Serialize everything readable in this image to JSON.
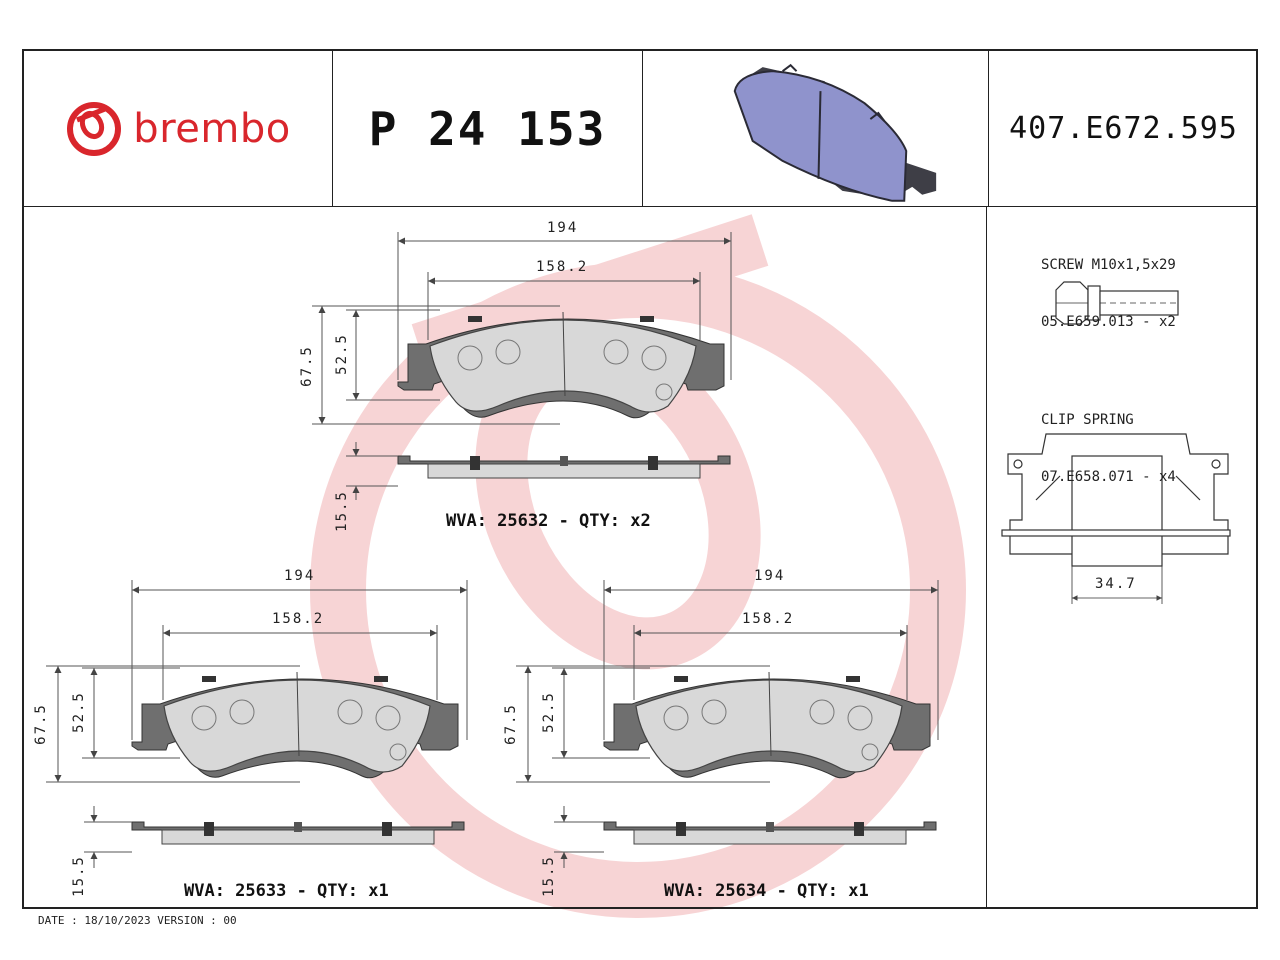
{
  "header": {
    "brand": "brembo",
    "part_number": "P 24 153",
    "oe_code": "407.E672.595"
  },
  "dimensions": {
    "width_total": "194",
    "width_inner": "158.2",
    "height_total": "67.5",
    "height_inner": "52.5",
    "thickness": "15.5",
    "clip_width": "34.7"
  },
  "pads": [
    {
      "wva_label": "WVA: 25632 - QTY: x2"
    },
    {
      "wva_label": "WVA: 25633 - QTY: x1"
    },
    {
      "wva_label": "WVA: 25634 - QTY: x1"
    }
  ],
  "accessories": {
    "screw_title": "SCREW M10x1,5x29",
    "screw_code": "05.E659.013 - x2",
    "clip_title": "CLIP SPRING",
    "clip_code": "07.E658.071 - x4"
  },
  "footer": "DATE : 18/10/2023 VERSION : 00",
  "colors": {
    "brand_red": "#d9262c",
    "watermark": "#f6d3d4",
    "pad_fill": "#d8d8d8",
    "backplate": "#6f6f6f",
    "render_pad": "#8f93cc"
  }
}
